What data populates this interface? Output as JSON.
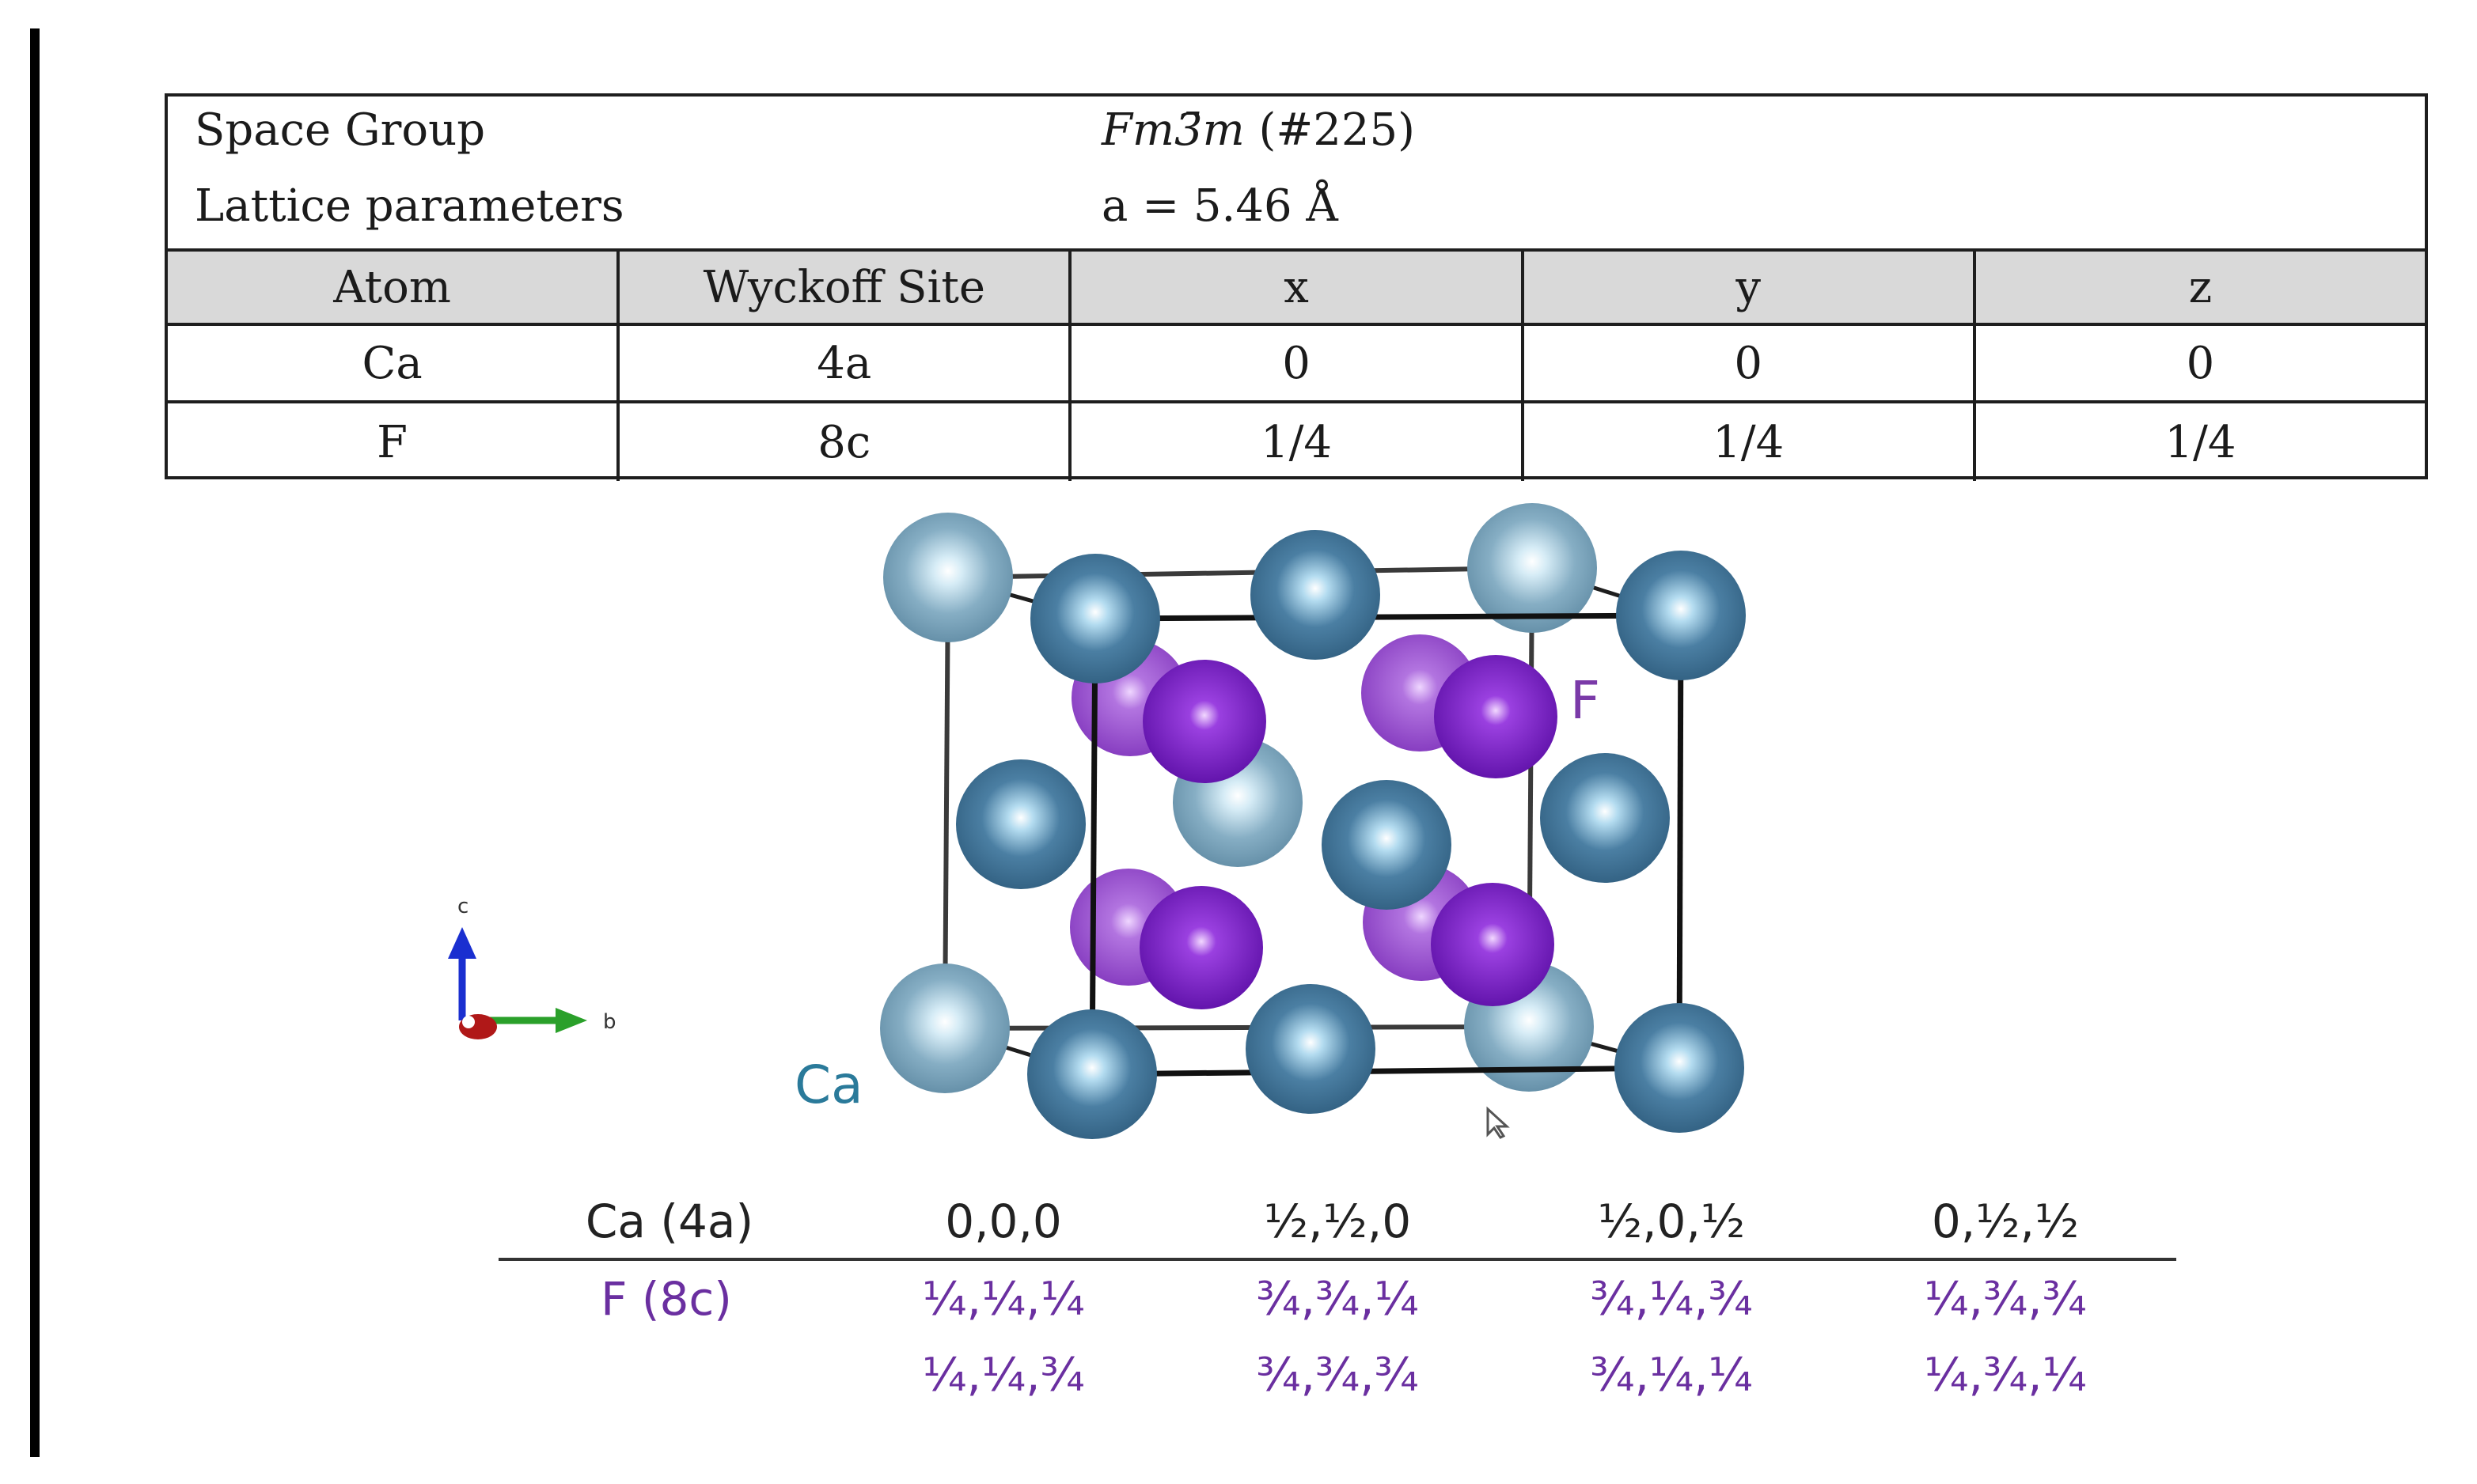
{
  "table": {
    "space_group_label": "Space Group",
    "space_group_symbol": "Fm3̄m",
    "space_group_number": "(#225)",
    "lattice_label": "Lattice parameters",
    "lattice_value": "a = 5.46 Å",
    "headers": [
      "Atom",
      "Wyckoff Site",
      "x",
      "y",
      "z"
    ],
    "rows": [
      [
        "Ca",
        "4a",
        "0",
        "0",
        "0"
      ],
      [
        "F",
        "8c",
        "1/4",
        "1/4",
        "1/4"
      ]
    ]
  },
  "structure": {
    "label_f": "F",
    "label_ca": "Ca",
    "axis_c": "c",
    "axis_b": "b",
    "colors": {
      "ca": "#5b8fae",
      "ca_dark": "#3f6e8f",
      "f": "#8a3cc8",
      "f_dark": "#6a1fb0",
      "label_ca": "#2a7a9a",
      "label_f": "#7a3aa8"
    }
  },
  "positions": {
    "ca_label": "Ca (4a)",
    "ca": [
      "0,0,0",
      "½,½,0",
      "½,0,½",
      "0,½,½"
    ],
    "f_label": "F (8c)",
    "f_row1": [
      "¼,¼,¼",
      "¾,¾,¼",
      "¾,¼,¾",
      "¼,¾,¾"
    ],
    "f_row2": [
      "¼,¼,¾",
      "¾,¾,¾",
      "¾,¼,¼",
      "¼,¾,¼"
    ]
  }
}
